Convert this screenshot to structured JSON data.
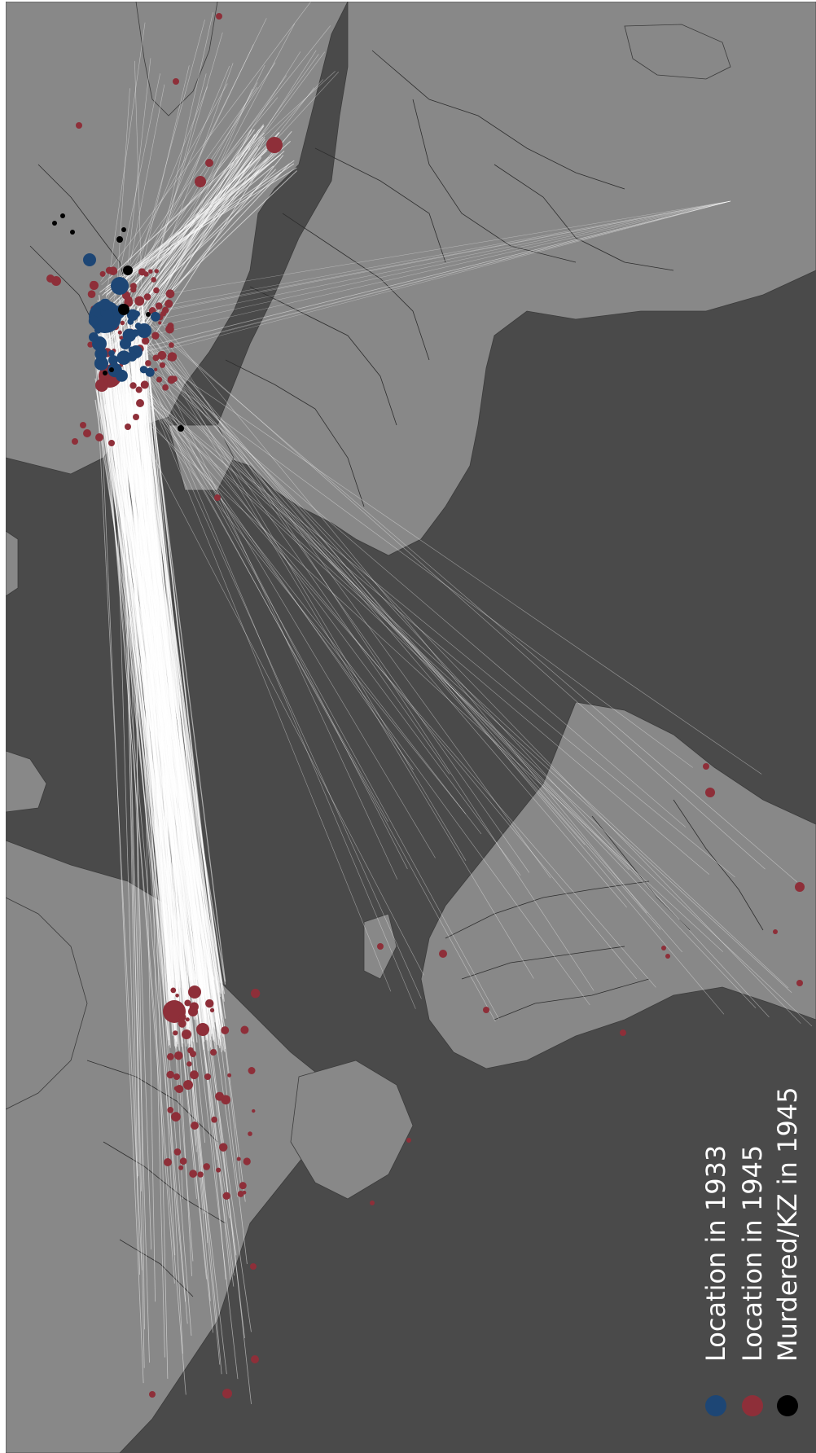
{
  "legend": {
    "items": [
      {
        "label": "Location in 1933",
        "color": "#1d4675"
      },
      {
        "label": "Location in 1945",
        "color": "#8e2f39"
      },
      {
        "label": "Murdered/KZ in 1945",
        "color": "#000000"
      }
    ]
  },
  "colors": {
    "ocean": "#4a4a4a",
    "land": "#888888",
    "flow_lines": "#ffffff"
  }
}
